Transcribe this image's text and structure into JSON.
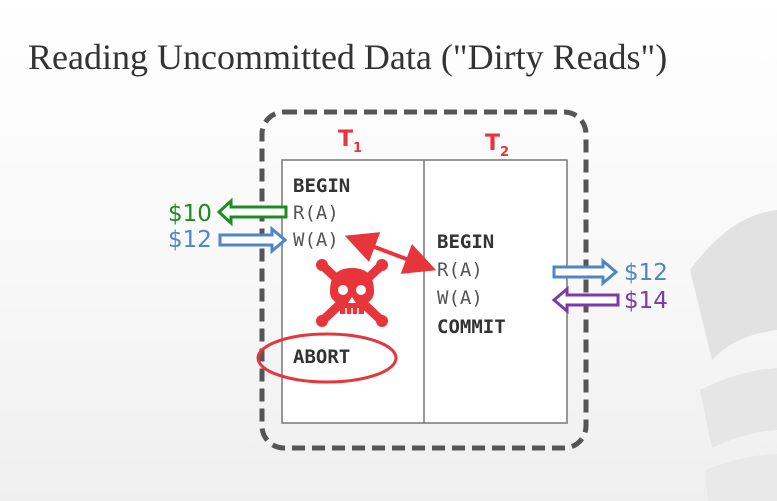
{
  "slide": {
    "title": "Reading Uncommitted Data (\"Dirty Reads\")"
  },
  "diagram": {
    "t1_label": "T",
    "t1_sub": "1",
    "t2_label": "T",
    "t2_sub": "2",
    "t1_ops": [
      "BEGIN",
      "R(A)",
      "W(A)",
      "ABORT"
    ],
    "t2_ops": [
      "BEGIN",
      "R(A)",
      "W(A)",
      "COMMIT"
    ],
    "values": {
      "read_t1": "$10",
      "write_t1": "$12",
      "read_t2": "$12",
      "write_t2": "$14"
    },
    "colors": {
      "accent_red": "#e8353c",
      "green": "#1e8c1e",
      "blue": "#4d85c8",
      "purple": "#7a3aa8",
      "text_dark": "#333333",
      "text_gray": "#555555"
    },
    "icons": [
      "skull-crossbones-icon",
      "double-headed-arrow-icon"
    ]
  }
}
